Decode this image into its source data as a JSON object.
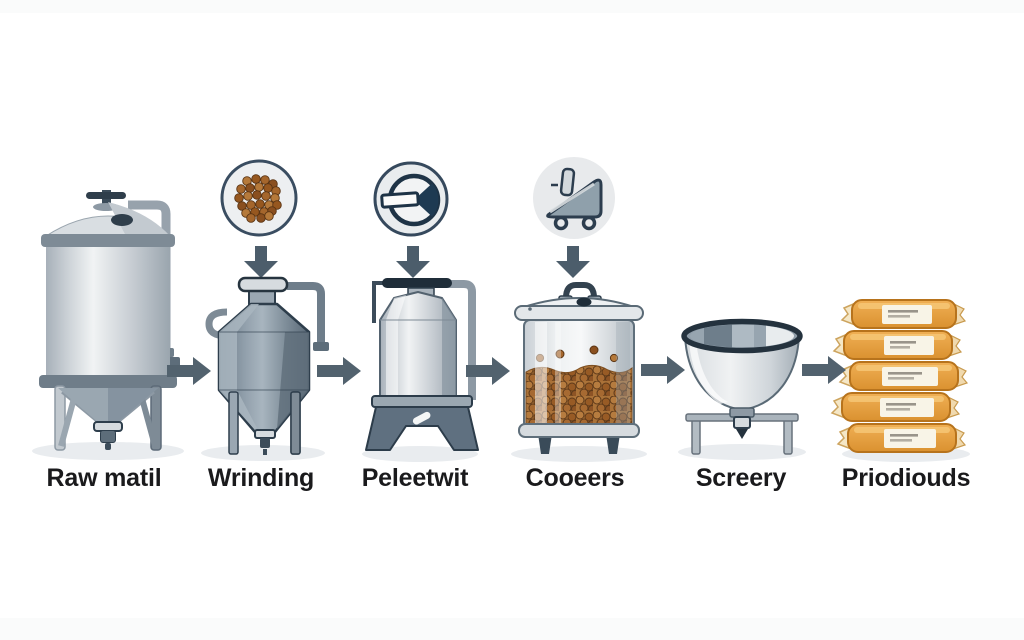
{
  "diagram": {
    "type": "process-flow",
    "subject": "feed pellet production line",
    "orientation": "left-to-right",
    "stages": [
      {
        "label": "Raw matil",
        "equipment": "storage-silo"
      },
      {
        "label": "Wrinding",
        "equipment": "grinding-hopper",
        "badge_icon": "feed-pellets"
      },
      {
        "label": "Peleetwit",
        "equipment": "pellet-mill",
        "badge_icon": "die-roller-dial"
      },
      {
        "label": "Cooeers",
        "equipment": "pellet-cooler",
        "badge_icon": "cooling-cart"
      },
      {
        "label": "Screery",
        "equipment": "screening-hopper"
      },
      {
        "label": "Priodiouds",
        "equipment": "product-bag-stack"
      }
    ],
    "colors": {
      "background": "#ffffff",
      "metal_light": "#dfe3e7",
      "metal_mid": "#aab4bd",
      "metal_dark": "#5d6d7a",
      "outline_navy": "#2c3d4e",
      "flow_arrow": "#52626e",
      "down_arrow": "#4c5d6b",
      "pellet_brown": "#a5662c",
      "bag_orange": "#e49b3d",
      "bag_label": "#f8f4e7",
      "label_text": "#1a1a1c",
      "shadow": "#e9ecef",
      "badge_fill": "#eaedef",
      "badge_border": "#36495d"
    }
  }
}
